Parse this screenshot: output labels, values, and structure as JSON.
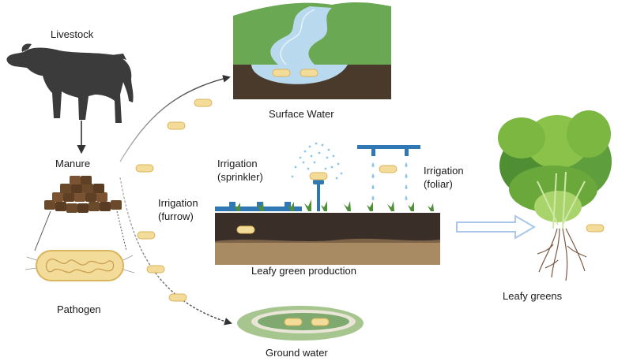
{
  "labels": {
    "livestock": "Livestock",
    "manure": "Manure",
    "pathogen": "Pathogen",
    "surface_water": "Surface Water",
    "irrigation_sprinkler_1": "Irrigation",
    "irrigation_sprinkler_2": "(sprinkler)",
    "irrigation_foliar_1": "Irrigation",
    "irrigation_foliar_2": "(foliar)",
    "irrigation_furrow_1": "Irrigation",
    "irrigation_furrow_2": "(furrow)",
    "leafy_green_production": "Leafy green production",
    "leafy_greens": "Leafy greens",
    "ground_water": "Ground water"
  },
  "colors": {
    "pathogen_fill": "#f3dc9a",
    "pathogen_stroke": "#d9b45a",
    "water": "#b9d9ee",
    "grass": "#5f9a4a",
    "soil_dark": "#3a2f28",
    "soil_light": "#a98b63",
    "pipe": "#2f78b4",
    "lettuce": "#6fae3d",
    "arrow": "#a9c7e8"
  },
  "icons": {
    "livestock": "buffalo-icon",
    "manure": "manure-pile-icon",
    "pathogen": "bacterium-icon",
    "sprinkler": "sprinkler-icon",
    "lettuce": "lettuce-icon"
  }
}
